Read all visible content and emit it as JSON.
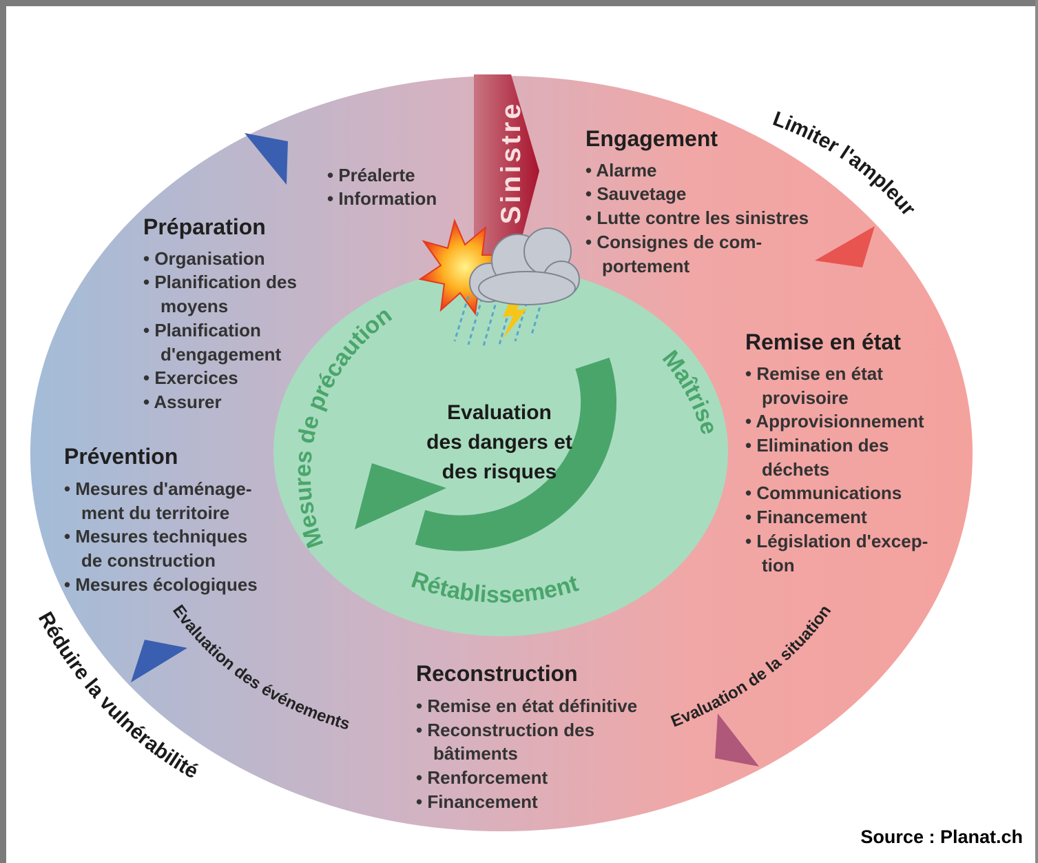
{
  "colors": {
    "outer_blue": "#a5bad6",
    "outer_red": "#f2a3a0",
    "inner_green": "#a8dcbf",
    "arrow_green": "#4aa56b",
    "marker_blue": "#3a5fb0",
    "marker_red": "#e8544f",
    "marker_mauve": "#b0587a",
    "sinistre_red": "#b8283c"
  },
  "icons": [
    "explosion-icon",
    "storm-cloud-icon",
    "lightning-icon",
    "rain-icon",
    "cycle-arrow-icon"
  ],
  "sinistre": "Sinistre",
  "center": {
    "line1": "Evaluation",
    "line2": "des dangers et",
    "line3": "des risques"
  },
  "inner_labels": {
    "precaution": "Mesures de précaution",
    "maitrise": "Maîtrise",
    "retablissement": "Rétablissement"
  },
  "outer_labels": {
    "limiter": "Limiter l'ampleur",
    "reduire": "Réduire la vulnérabilité",
    "eval_evenements": "Evaluation des événements",
    "eval_situation": "Evaluation de la situation"
  },
  "prealerte": [
    "• Préalerte",
    "• Information"
  ],
  "preparation": {
    "title": "Préparation",
    "items": [
      "• Organisation",
      "• Planification des",
      "moyens",
      "• Planification",
      "d'engagement",
      "• Exercices",
      "• Assurer"
    ]
  },
  "prevention": {
    "title": "Prévention",
    "items": [
      "• Mesures d'aménage-",
      "ment du territoire",
      "• Mesures techniques",
      "de construction",
      "• Mesures écologiques"
    ]
  },
  "engagement": {
    "title": "Engagement",
    "items": [
      "• Alarme",
      "• Sauvetage",
      "• Lutte contre les sinistres",
      "• Consignes de com-",
      "portement"
    ]
  },
  "remise": {
    "title": "Remise en état",
    "items": [
      "• Remise en état",
      "provisoire",
      "• Approvisionnement",
      "• Elimination des",
      "déchets",
      "• Communications",
      "• Financement",
      "• Législation d'excep-",
      "tion"
    ]
  },
  "reconstruction": {
    "title": "Reconstruction",
    "items": [
      "• Remise en état définitive",
      "• Reconstruction des",
      "bâtiments",
      "• Renforcement",
      "• Financement"
    ]
  },
  "source": "Source : Planat.ch"
}
